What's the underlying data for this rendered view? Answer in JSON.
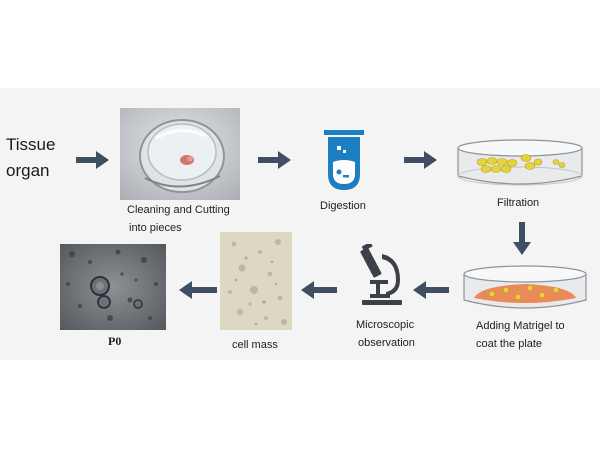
{
  "steps": {
    "tissue": {
      "line1": "Tissue",
      "line2": "organ"
    },
    "cleaning": {
      "line1": "Cleaning and Cutting",
      "line2": "into pieces"
    },
    "digestion": {
      "label": "Digestion"
    },
    "filtration": {
      "label": "Filtration"
    },
    "matrigel": {
      "line1": "Adding Matrigel to",
      "line2": "coat the plate"
    },
    "microscopic": {
      "line1": "Microscopic",
      "line2": "observation"
    },
    "cellmass": {
      "label": "cell mass"
    },
    "p0": {
      "label": "P0"
    }
  },
  "colors": {
    "background_panel": "#f3f4f3",
    "arrow": "#3f4e62",
    "tube_blue": "#1c7fc1",
    "microscope": "#3c4048",
    "beads_yellow": "#e6d23a",
    "matrigel_orange": "#e98a57"
  },
  "icons": [
    "petri-dish-photo",
    "test-tube-icon",
    "filter-dish-icon",
    "matrigel-dish-icon",
    "microscope-icon",
    "cell-mass-photo",
    "p0-micrograph-photo",
    "right-arrow-icon",
    "left-arrow-icon",
    "down-arrow-icon"
  ]
}
